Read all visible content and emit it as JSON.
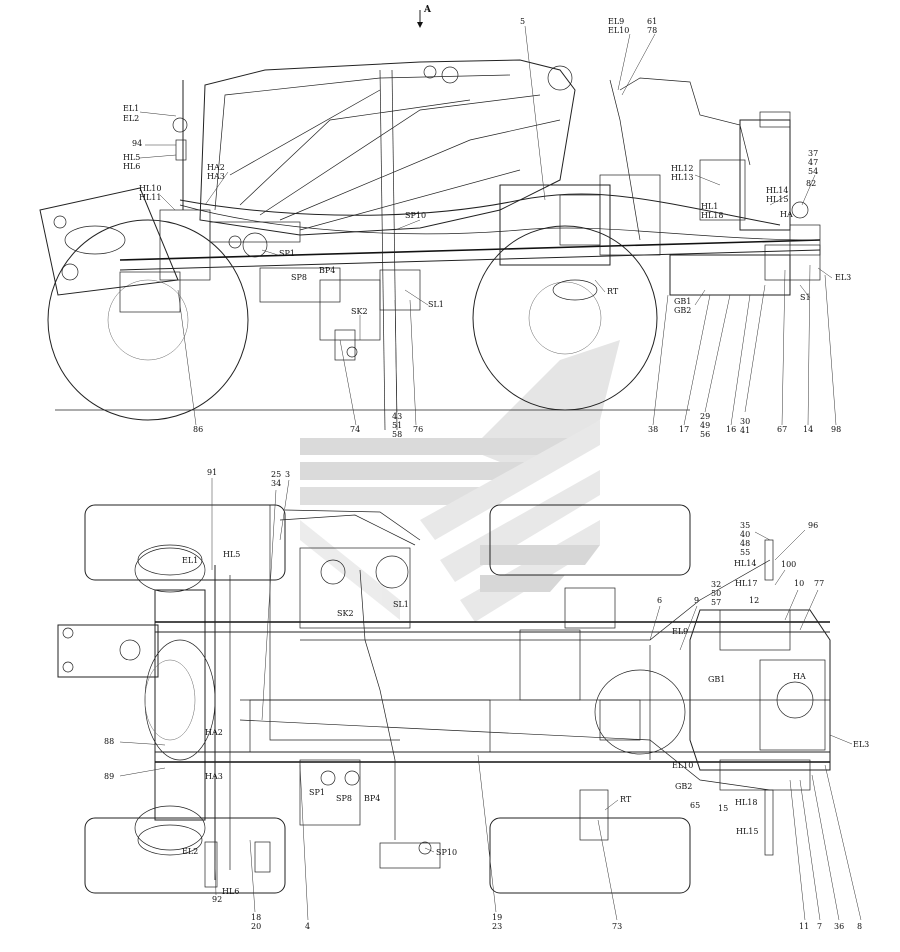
{
  "view_arrow": "A",
  "side_view_labels": [
    {
      "id": "el1",
      "text": "EL1"
    },
    {
      "id": "el2",
      "text": "EL2"
    },
    {
      "id": "n94",
      "text": "94"
    },
    {
      "id": "hl5",
      "text": "HL5"
    },
    {
      "id": "hl6",
      "text": "HL6"
    },
    {
      "id": "ha2",
      "text": "HA2"
    },
    {
      "id": "ha3",
      "text": "HA3"
    },
    {
      "id": "hl10",
      "text": "HL10"
    },
    {
      "id": "hl11",
      "text": "HL11"
    },
    {
      "id": "n5",
      "text": "5"
    },
    {
      "id": "el9",
      "text": "EL9"
    },
    {
      "id": "el10",
      "text": "EL10"
    },
    {
      "id": "n61",
      "text": "61"
    },
    {
      "id": "n78",
      "text": "78"
    },
    {
      "id": "hl12",
      "text": "HL12"
    },
    {
      "id": "hl13",
      "text": "HL13"
    },
    {
      "id": "hl1",
      "text": "HL1"
    },
    {
      "id": "hl18",
      "text": "HL18"
    },
    {
      "id": "hl14",
      "text": "HL14"
    },
    {
      "id": "hl15",
      "text": "HL15"
    },
    {
      "id": "n37",
      "text": "37"
    },
    {
      "id": "n47",
      "text": "47"
    },
    {
      "id": "n54",
      "text": "54"
    },
    {
      "id": "n82",
      "text": "82"
    },
    {
      "id": "ha",
      "text": "HA"
    },
    {
      "id": "el3",
      "text": "EL3"
    },
    {
      "id": "sp10",
      "text": "SP10"
    },
    {
      "id": "sp1",
      "text": "SP1"
    },
    {
      "id": "sp8",
      "text": "SP8"
    },
    {
      "id": "bp4",
      "text": "BP4"
    },
    {
      "id": "sk2",
      "text": "SK2"
    },
    {
      "id": "sl1",
      "text": "SL1"
    },
    {
      "id": "rt",
      "text": "RT"
    },
    {
      "id": "gb1",
      "text": "GB1"
    },
    {
      "id": "gb2",
      "text": "GB2"
    },
    {
      "id": "s1",
      "text": "S1"
    }
  ],
  "side_view_bottom_numbers": [
    {
      "id": "n86",
      "text": "86"
    },
    {
      "id": "n74",
      "text": "74"
    },
    {
      "id": "n43",
      "text": "43"
    },
    {
      "id": "n51",
      "text": "51"
    },
    {
      "id": "n58",
      "text": "58"
    },
    {
      "id": "n76",
      "text": "76"
    },
    {
      "id": "n38",
      "text": "38"
    },
    {
      "id": "n17",
      "text": "17"
    },
    {
      "id": "n29",
      "text": "29"
    },
    {
      "id": "n49",
      "text": "49"
    },
    {
      "id": "n56",
      "text": "56"
    },
    {
      "id": "n16",
      "text": "16"
    },
    {
      "id": "n30",
      "text": "30"
    },
    {
      "id": "n41",
      "text": "41"
    },
    {
      "id": "n67",
      "text": "67"
    },
    {
      "id": "n14",
      "text": "14"
    },
    {
      "id": "n98",
      "text": "98"
    }
  ],
  "top_view_labels": [
    {
      "id": "n91",
      "text": "91"
    },
    {
      "id": "n25",
      "text": "25"
    },
    {
      "id": "n34",
      "text": "34"
    },
    {
      "id": "n3",
      "text": "3"
    },
    {
      "id": "el1b",
      "text": "EL1"
    },
    {
      "id": "hl5b",
      "text": "HL5"
    },
    {
      "id": "sk2b",
      "text": "SK2"
    },
    {
      "id": "sl1b",
      "text": "SL1"
    },
    {
      "id": "n6",
      "text": "6"
    },
    {
      "id": "n9",
      "text": "9"
    },
    {
      "id": "el9b",
      "text": "EL9"
    },
    {
      "id": "n35",
      "text": "35"
    },
    {
      "id": "n40",
      "text": "40"
    },
    {
      "id": "n48",
      "text": "48"
    },
    {
      "id": "n55",
      "text": "55"
    },
    {
      "id": "n96",
      "text": "96"
    },
    {
      "id": "hl14b",
      "text": "HL14"
    },
    {
      "id": "n100",
      "text": "100"
    },
    {
      "id": "hl17",
      "text": "HL17"
    },
    {
      "id": "n32",
      "text": "32"
    },
    {
      "id": "n50",
      "text": "50"
    },
    {
      "id": "n57",
      "text": "57"
    },
    {
      "id": "n12",
      "text": "12"
    },
    {
      "id": "n10",
      "text": "10"
    },
    {
      "id": "n77",
      "text": "77"
    },
    {
      "id": "gb1b",
      "text": "GB1"
    },
    {
      "id": "hab",
      "text": "HA"
    },
    {
      "id": "n88",
      "text": "88"
    },
    {
      "id": "ha2b",
      "text": "HA2"
    },
    {
      "id": "n89",
      "text": "89"
    },
    {
      "id": "ha3b",
      "text": "HA3"
    },
    {
      "id": "sp1b",
      "text": "SP1"
    },
    {
      "id": "sp8b",
      "text": "SP8"
    },
    {
      "id": "bp4b",
      "text": "BP4"
    },
    {
      "id": "el10b",
      "text": "EL10"
    },
    {
      "id": "gb2b",
      "text": "GB2"
    },
    {
      "id": "n65",
      "text": "65"
    },
    {
      "id": "n15",
      "text": "15"
    },
    {
      "id": "hl18b",
      "text": "HL18"
    },
    {
      "id": "el3b",
      "text": "EL3"
    },
    {
      "id": "rt2",
      "text": "RT"
    },
    {
      "id": "hl15b",
      "text": "HL15"
    },
    {
      "id": "sp10b",
      "text": "SP10"
    },
    {
      "id": "el2b",
      "text": "EL2"
    },
    {
      "id": "hl6b",
      "text": "HL6"
    }
  ],
  "top_view_bottom_numbers": [
    {
      "id": "n92",
      "text": "92"
    },
    {
      "id": "n18",
      "text": "18"
    },
    {
      "id": "n20",
      "text": "20"
    },
    {
      "id": "n4",
      "text": "4"
    },
    {
      "id": "n19",
      "text": "19"
    },
    {
      "id": "n23",
      "text": "23"
    },
    {
      "id": "n73",
      "text": "73"
    },
    {
      "id": "n11",
      "text": "11"
    },
    {
      "id": "n7",
      "text": "7"
    },
    {
      "id": "n36",
      "text": "36"
    },
    {
      "id": "n8",
      "text": "8"
    }
  ],
  "colors": {
    "line": "#222222",
    "watermark": "#c8c8c8",
    "watermark_dark": "#b4b4b4",
    "paper": "#ffffff"
  }
}
